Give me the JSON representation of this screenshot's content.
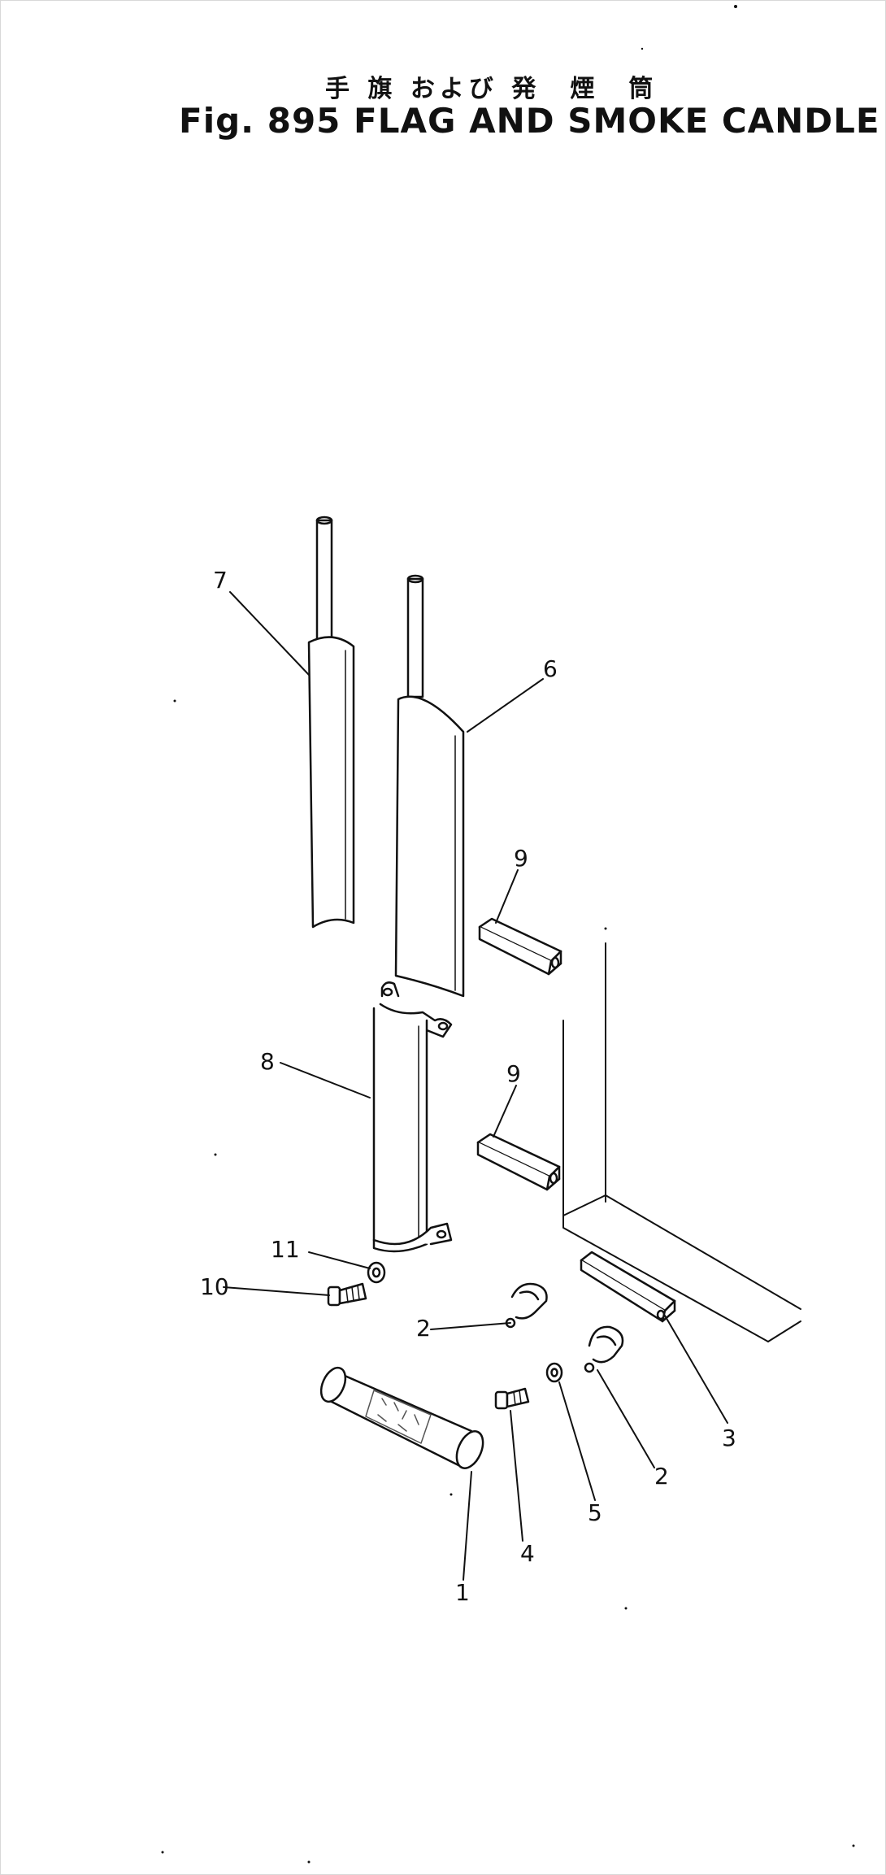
{
  "figure": {
    "title_jp": "手 旗 および 発　煙　筒",
    "title_en": "Fig. 895 FLAG AND SMOKE CANDLE"
  },
  "callouts": {
    "c1": "1",
    "c2a": "2",
    "c2b": "2",
    "c3": "3",
    "c4": "4",
    "c5": "5",
    "c6": "6",
    "c7": "7",
    "c8": "8",
    "c9a": "9",
    "c9b": "9",
    "c10": "10",
    "c11": "11"
  },
  "colors": {
    "ink": "#111111",
    "paper": "#ffffff",
    "hatch": "#555555"
  }
}
